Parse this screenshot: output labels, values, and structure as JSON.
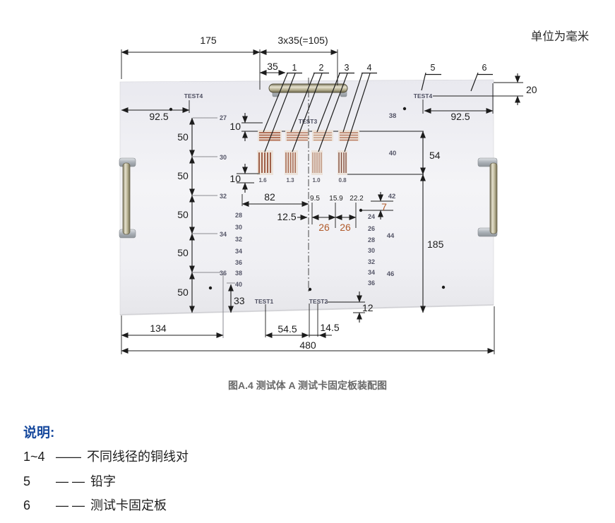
{
  "page": {
    "unit_note": "单位为毫米",
    "caption": "图A.4 测试体 A 测试卡固定板装配图"
  },
  "figure": {
    "callouts": [
      "1",
      "2",
      "3",
      "4",
      "5",
      "6"
    ],
    "test_labels": {
      "t1": "TEST1",
      "t2": "TEST2",
      "t3": "TEST3",
      "t4l": "TEST4",
      "t4r": "TEST4"
    },
    "wire_diameters": [
      "1.6",
      "1.3",
      "1.0",
      "0.8"
    ],
    "dims": {
      "plate_total_width": "480",
      "upper_left": "175",
      "upper_right": "3x35(=105)",
      "pitch": "35",
      "offset_left": "92.5",
      "offset_right": "92.5",
      "top_edge": "20",
      "row1_height": "10",
      "row2_height": "10",
      "fifty": [
        "50",
        "50",
        "50",
        "50",
        "50"
      ],
      "wire_field_height": "54",
      "span_left": "82",
      "center_offset": "12.5",
      "pair_gap_1": "26",
      "pair_gap_2": "26",
      "gap_small": "7",
      "pair_spacings": [
        "9.5",
        "15.9",
        "22.2"
      ],
      "right_height": "185",
      "bottom_33": "33",
      "bottom_134": "134",
      "bottom_54_5": "54.5",
      "bottom_14_5": "14.5",
      "bottom_12": "12"
    },
    "plate_numbers": {
      "left_col": [
        "27",
        "30",
        "32",
        "34",
        "36"
      ],
      "mid_col": [
        "28",
        "30",
        "32",
        "34",
        "36",
        "38",
        "40"
      ],
      "right_col": [
        "24",
        "26",
        "28",
        "30",
        "32",
        "34",
        "36"
      ],
      "gauge_col": [
        "38",
        "40",
        "42",
        "44",
        "46"
      ]
    }
  },
  "legend": {
    "title": "说明:",
    "items": [
      {
        "num": "1~4",
        "sep": "——",
        "text": "不同线径的铜线对"
      },
      {
        "num": "5",
        "sep": "— —",
        "text": "铅字"
      },
      {
        "num": "6",
        "sep": "— —",
        "text": "测试卡固定板"
      }
    ]
  },
  "colors": {
    "accent_blue": "#17499d",
    "dim_orange": "#b05a2a",
    "plate_number": "#3f4054",
    "copper": "#a86a52"
  }
}
